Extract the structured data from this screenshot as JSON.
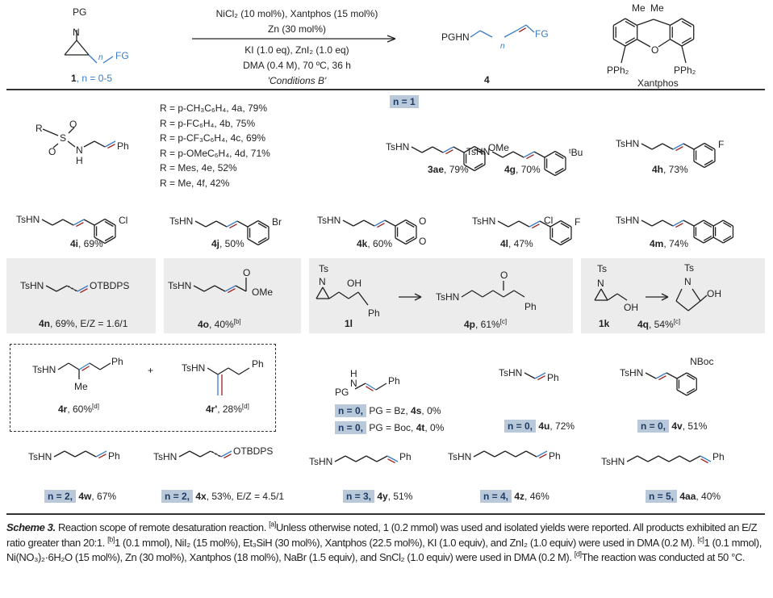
{
  "header": {
    "pg": "PG",
    "n_atom": "N",
    "fg": "FG",
    "n_sub": "n",
    "reactant_id": "1",
    "reactant_n": ", n = 0-5",
    "conditions": [
      "NiCl₂ (10 mol%), Xantphos (15 mol%)",
      "Zn (30 mol%)",
      "KI (1.0 eq), ZnI₂ (1.0 eq)",
      "DMA (0.4 M), 70 ºC, 36 h",
      "'Conditions B'"
    ],
    "product_pghn": "PGHN",
    "product_id": "4",
    "ligand_me": "Me",
    "ligand_o": "O",
    "ligand_pph2": "PPh₂",
    "ligand_name": "Xantphos"
  },
  "atoms": {
    "tshn": "TsHN",
    "ph": "Ph",
    "ome": "OMe",
    "tbu": "ᵗBu",
    "f": "F",
    "cl": "Cl",
    "br": "Br",
    "o": "O",
    "otbdps": "OTBDPS",
    "ts": "Ts",
    "n": "N",
    "oh": "OH",
    "me": "Me",
    "nboc": "NBoc",
    "r": "R",
    "s": "S",
    "h": "H",
    "pg": "PG",
    "plus": "+"
  },
  "r_list": [
    "R = p-CH₃C₆H₄, 4a, 79%",
    "R = p-FC₆H₄, 4b, 75%",
    "R = p-CF₃C₆H₄, 4c, 69%",
    "R = p-OMeC₆H₄, 4d, 71%",
    "R = Mes, 4e, 52%",
    "R = Me, 4f, 42%"
  ],
  "badges": {
    "n1": "n = 1",
    "n0": "n = 0,",
    "n2": "n = 2,",
    "n3": "n = 3,",
    "n4": "n = 4,",
    "n5": "n = 5,"
  },
  "products": {
    "p3ae": {
      "id": "3ae",
      "y": ", 79%"
    },
    "p4g": {
      "id": "4g",
      "y": ", 70%"
    },
    "p4h": {
      "id": "4h",
      "y": ", 73%"
    },
    "p4i": {
      "id": "4i",
      "y": ", 69%"
    },
    "p4j": {
      "id": "4j",
      "y": ", 50%"
    },
    "p4k": {
      "id": "4k",
      "y": ", 60%"
    },
    "p4l": {
      "id": "4l",
      "y": ", 47%"
    },
    "p4m": {
      "id": "4m",
      "y": ", 74%"
    },
    "p4n": {
      "id": "4n",
      "y": ", 69%, E/Z = 1.6/1"
    },
    "p4o": {
      "id": "4o",
      "y": ", 40%",
      "sup": "[b]"
    },
    "s1l": {
      "id": "1l"
    },
    "p4p": {
      "id": "4p",
      "y": ", 61%",
      "sup": "[c]"
    },
    "s1k": {
      "id": "1k"
    },
    "p4q": {
      "id": "4q",
      "y": ", 54%",
      "sup": "[c]"
    },
    "p4r": {
      "id": "4r",
      "y": ", 60%",
      "sup": "[d]"
    },
    "p4r2": {
      "id": "4r'",
      "y": ", 28%",
      "sup": "[d]"
    },
    "p4s": {
      "text": "PG = Bz, ",
      "id": "4s",
      "y": ",  0%"
    },
    "p4t": {
      "text": "PG = Boc, ",
      "id": "4t",
      "y": ",  0%"
    },
    "p4u": {
      "id": "4u",
      "y": ", 72%"
    },
    "p4v": {
      "id": "4v",
      "y": ", 51%"
    },
    "p4w": {
      "id": "4w",
      "y": ", 67%"
    },
    "p4x": {
      "id": "4x",
      "y": ", 53%, E/Z = 4.5/1"
    },
    "p4y": {
      "id": "4y",
      "y": ", 51%"
    },
    "p4z": {
      "id": "4z",
      "y": ", 46%"
    },
    "p4aa": {
      "id": "4aa",
      "y": ", 40%"
    }
  },
  "caption": {
    "title": "Scheme 3.",
    "a": "[a]",
    "a_text": "Reaction scope of remote desaturation reaction. ",
    "a_body": "Unless otherwise noted, 1 (0.2 mmol) was used and isolated yields were reported. All products exhibited an E/Z ratio greater than 20:1. ",
    "b": "[b]",
    "b_body": "1 (0.1 mmol), NiI₂ (15 mol%), Et₃SiH (30 mol%), Xantphos (22.5 mol%), KI (1.0 equiv), and ZnI₂ (1.0 equiv) were used in DMA (0.2 M). ",
    "c": "[c]",
    "c_body": "1 (0.1 mmol), Ni(NO₃)₂·6H₂O (15 mol%), Zn (30 mol%), Xantphos (18 mol%), NaBr (1.5 equiv), and SnCl₂ (1.0 equiv) were used in DMA (0.2 M). ",
    "d": "[d]",
    "d_body": "The reaction was conducted at 50 °C."
  },
  "colors": {
    "bond": "#222222",
    "blue": "#3a7cc3",
    "red": "#9b1c1c",
    "box": "#ececec",
    "badge": "#b9c9da"
  }
}
